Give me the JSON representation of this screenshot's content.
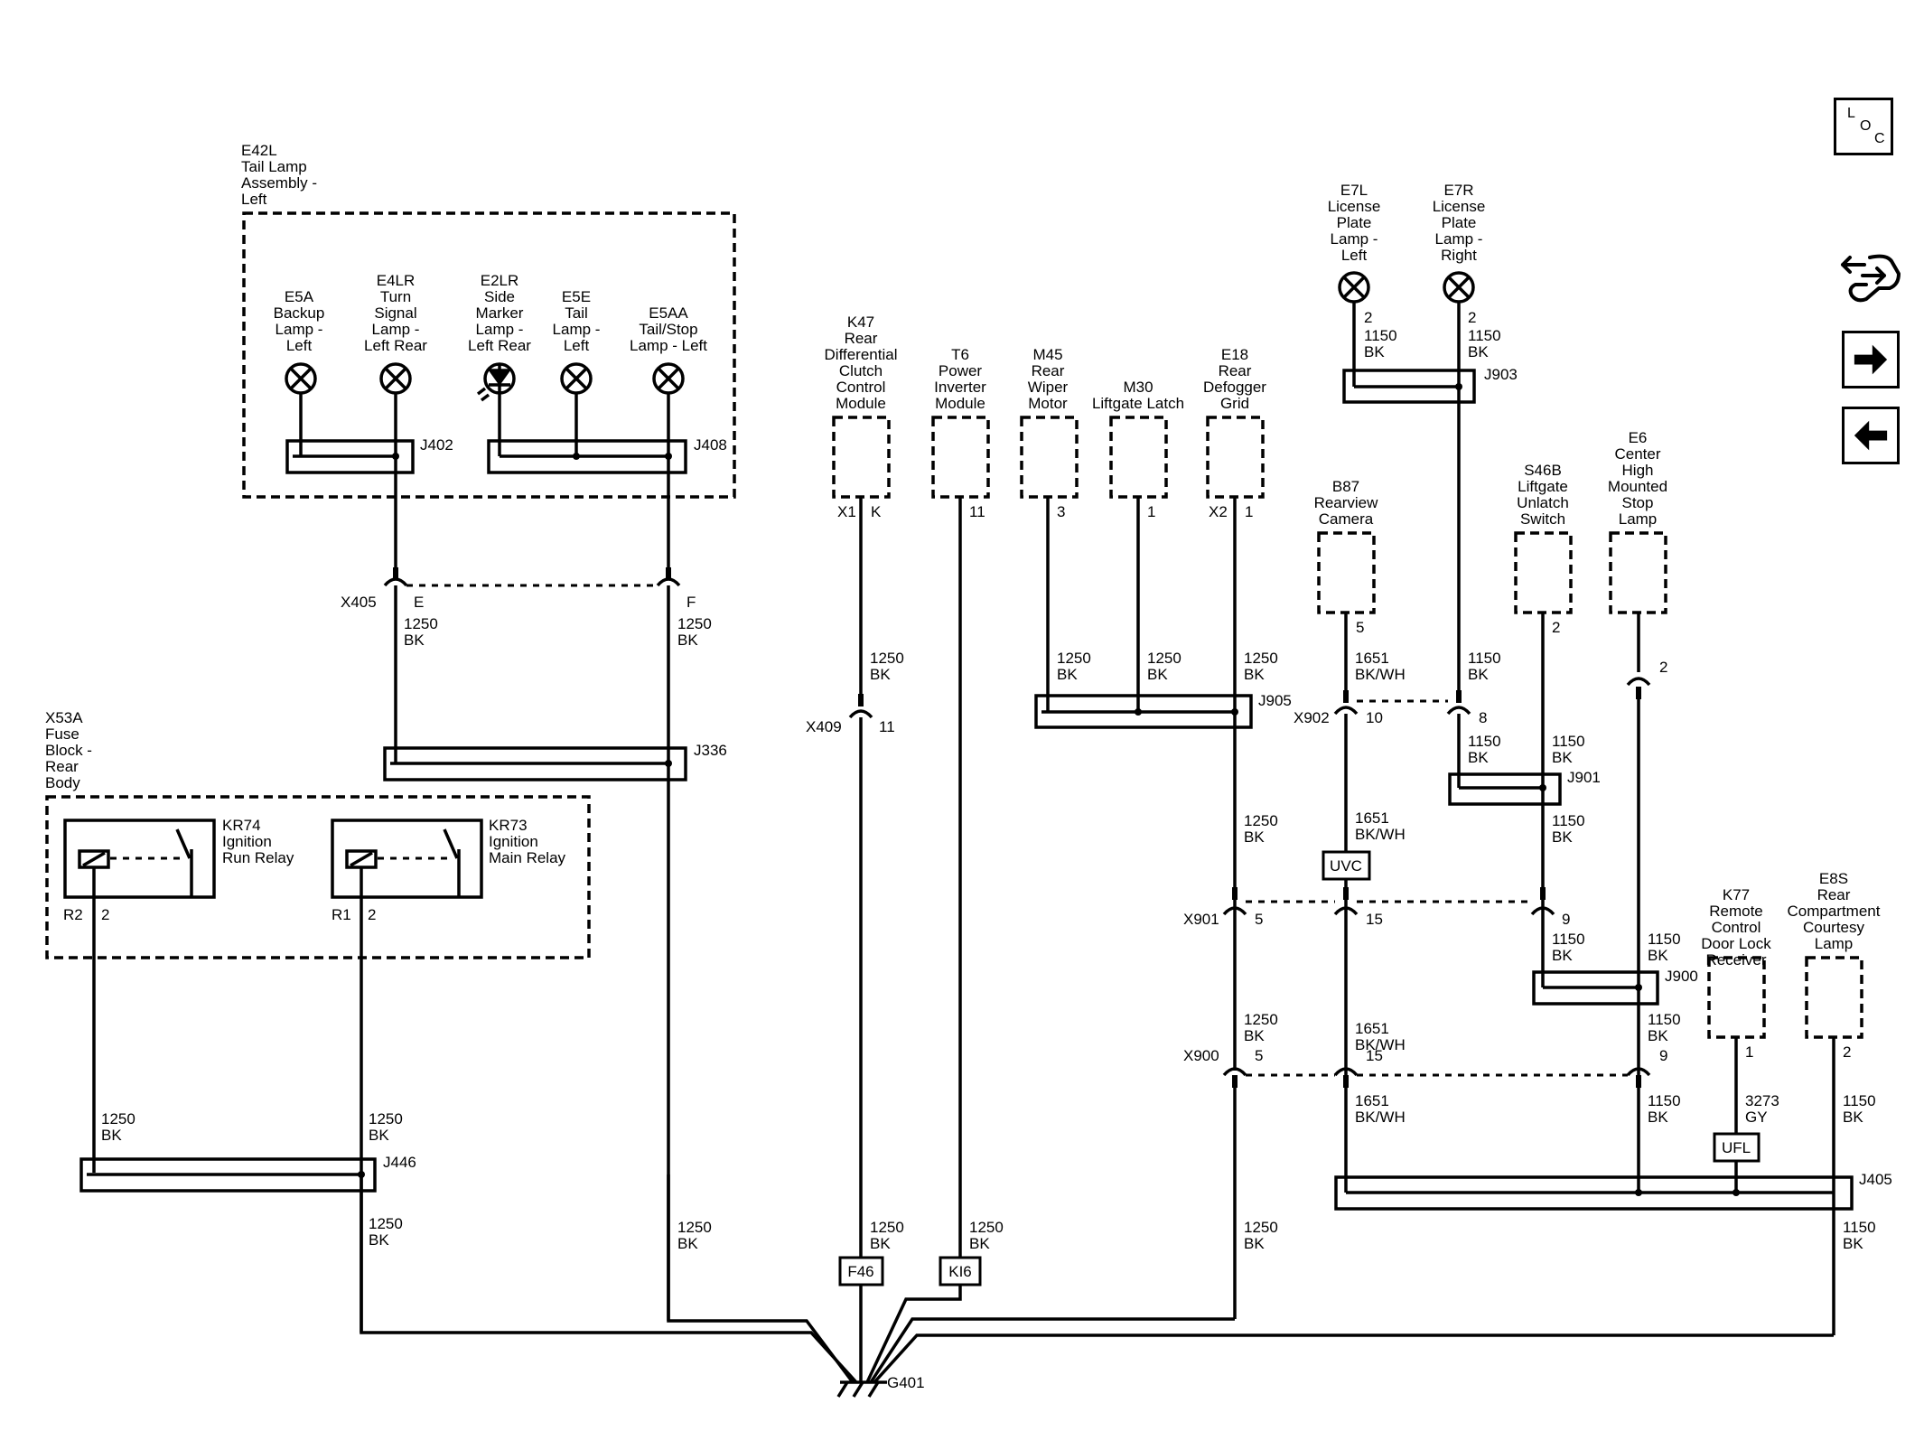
{
  "loc_button": {
    "l": "L",
    "o": "O",
    "c": "C"
  },
  "nav": {
    "forward": "forward-arrow",
    "back": "back-arrow",
    "diagnostic": "diagnostic-icon"
  },
  "tail_lamp_assembly": {
    "line1": "E42L",
    "line2": "Tail Lamp",
    "line3": "Assembly -",
    "line4": "Left"
  },
  "lamps": {
    "e5a": [
      "E5A",
      "Backup",
      "Lamp -",
      "Left"
    ],
    "e4lr": [
      "E4LR",
      "Turn",
      "Signal",
      "Lamp -",
      "Left Rear"
    ],
    "e2lr": [
      "E2LR",
      "Side",
      "Marker",
      "Lamp -",
      "Left Rear"
    ],
    "e5e": [
      "E5E",
      "Tail",
      "Lamp -",
      "Left"
    ],
    "e5aa": [
      "E5AA",
      "Tail/Stop",
      "Lamp - Left"
    ],
    "e7l": [
      "E7L",
      "License",
      "Plate",
      "Lamp -",
      "Left"
    ],
    "e7r": [
      "E7R",
      "License",
      "Plate",
      "Lamp -",
      "Right"
    ]
  },
  "modules": {
    "k47": [
      "K47",
      "Rear",
      "Differential",
      "Clutch",
      "Control",
      "Module"
    ],
    "t6": [
      "T6",
      "Power",
      "Inverter",
      "Module"
    ],
    "m45": [
      "M45",
      "Rear",
      "Wiper",
      "Motor"
    ],
    "m30": [
      "M30",
      "Liftgate Latch"
    ],
    "e18": [
      "E18",
      "Rear",
      "Defogger",
      "Grid"
    ],
    "b87": [
      "B87",
      "Rearview",
      "Camera"
    ],
    "s46b": [
      "S46B",
      "Liftgate",
      "Unlatch",
      "Switch"
    ],
    "e6": [
      "E6",
      "Center",
      "High",
      "Mounted",
      "Stop",
      "Lamp"
    ],
    "k77": [
      "K77",
      "Remote",
      "Control",
      "Door Lock",
      "Receiver"
    ],
    "e8s": [
      "E8S",
      "Rear",
      "Compartment",
      "Courtesy",
      "Lamp"
    ]
  },
  "fuse_block": {
    "line1": "X53A",
    "line2": "Fuse",
    "line3": "Block -",
    "line4": "Rear",
    "line5": "Body"
  },
  "relays": {
    "kr74": [
      "KR74",
      "Ignition",
      "Run Relay"
    ],
    "kr73": [
      "KR73",
      "Ignition",
      "Main Relay"
    ],
    "kr74_pin": {
      "conn": "R2",
      "pin": "2"
    },
    "kr73_pin": {
      "conn": "R1",
      "pin": "2"
    }
  },
  "splices": {
    "j402": "J402",
    "j408": "J408",
    "j336": "J336",
    "j446": "J446",
    "j905": "J905",
    "j903": "J903",
    "j901": "J901",
    "j900": "J900",
    "j405": "J405"
  },
  "connectors": {
    "x405": "X405",
    "x405_e": "E",
    "x405_f": "F",
    "x409": "X409",
    "x409_pin": "11",
    "x902": "X902",
    "x902_10": "10",
    "x902_8": "8",
    "x901": "X901",
    "x901_5": "5",
    "x901_15": "15",
    "x901_9": "9",
    "x900": "X900",
    "x900_5": "5",
    "x900_15": "15",
    "x900_9": "9",
    "e6_pin": "2"
  },
  "module_pins": {
    "k47_conn": "X1",
    "k47_pin": "K",
    "t6_pin": "11",
    "m45_pin": "3",
    "m30_pin": "1",
    "e18_conn": "X2",
    "e18_pin": "1",
    "b87_pin": "5",
    "s46b_pin": "2",
    "k77_pin": "1",
    "e8s_pin": "2",
    "e7l_pin": "2",
    "e7r_pin": "2"
  },
  "wires": {
    "c1250": "1250",
    "c1150": "1150",
    "c1651": "1651",
    "c3273": "3273",
    "bk": "BK",
    "bkwh": "BK/WH",
    "gy": "GY"
  },
  "labels": {
    "uvc": "UVC",
    "ufl": "UFL",
    "f46": "F46",
    "ki6": "KI6"
  },
  "ground": "G401"
}
